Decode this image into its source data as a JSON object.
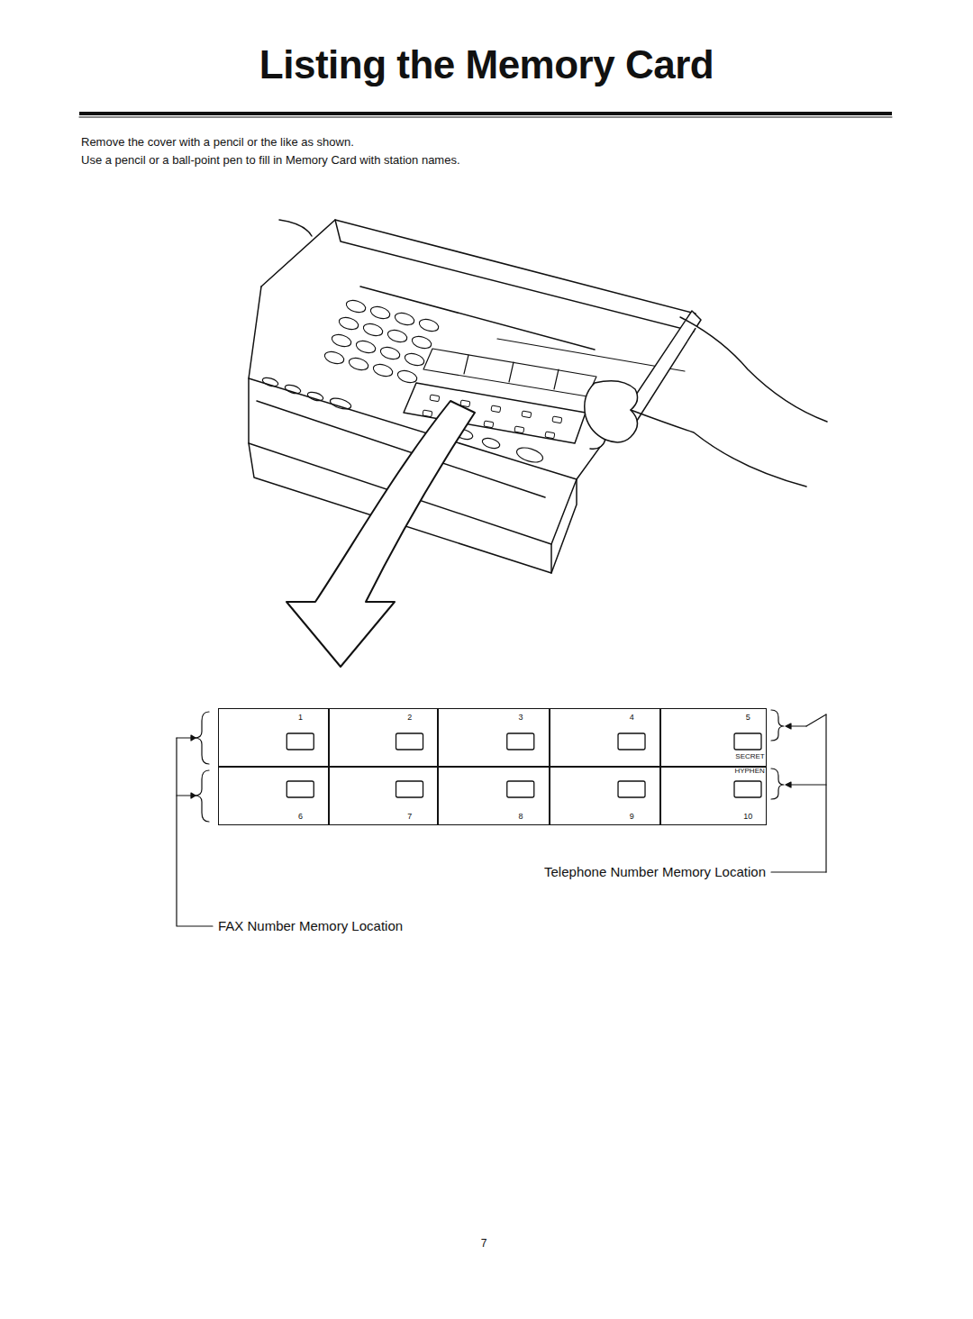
{
  "diagram": {
    "title": "Listing the Memory Card",
    "nodes": [
      {
        "text": [
          "1"
        ]
      },
      {
        "text": [
          "2"
        ]
      },
      {
        "text": [
          "3"
        ]
      },
      {
        "text": [
          "4"
        ]
      },
      {
        "text": [
          "5",
          "SECRET"
        ]
      },
      {
        "text": [
          "6"
        ]
      },
      {
        "text": [
          "7"
        ]
      },
      {
        "text": [
          "8"
        ]
      },
      {
        "text": [
          "9"
        ]
      },
      {
        "text": [
          "HYPHEN",
          "10"
        ]
      }
    ],
    "labels": [
      "Remove the cover with a pencil or the like as shown.",
      "Use a pencil or a ball-point pen to fill in Memory Card with station names.",
      "Telephone Number Memory Location",
      "FAX Number Memory Location",
      "7"
    ]
  }
}
